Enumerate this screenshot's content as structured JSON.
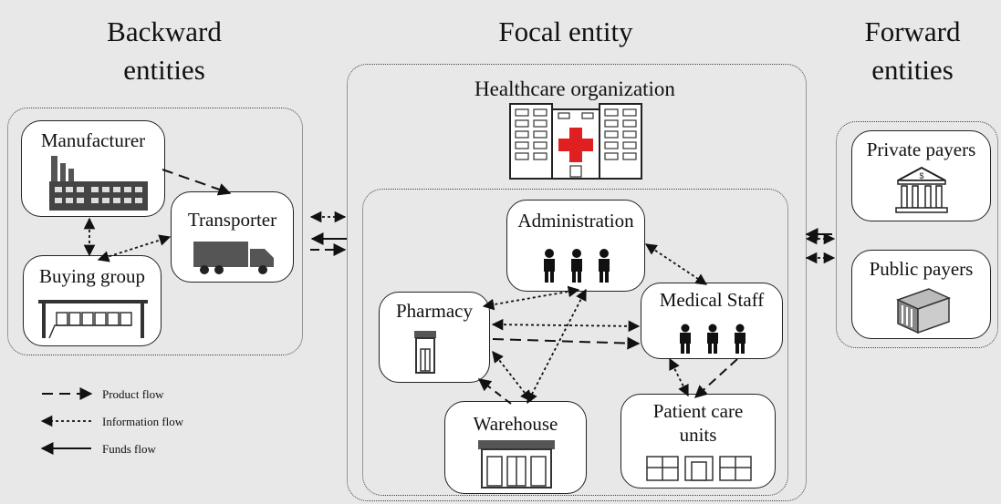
{
  "headings": {
    "backward_line1": "Backward",
    "backward_line2": "entities",
    "focal": "Focal entity",
    "forward_line1": "Forward",
    "forward_line2": "entities"
  },
  "focal": {
    "org_label": "Healthcare organization"
  },
  "nodes": {
    "manufacturer": "Manufacturer",
    "transporter": "Transporter",
    "buying_group": "Buying group",
    "administration": "Administration",
    "medical_staff": "Medical Staff",
    "pharmacy": "Pharmacy",
    "warehouse": "Warehouse",
    "patient_care_line1": "Patient care",
    "patient_care_line2": "units",
    "private_payers": "Private payers",
    "public_payers": "Public payers"
  },
  "legend": {
    "product_flow": "Product flow",
    "information_flow": "Information flow",
    "funds_flow": "Funds flow"
  },
  "icons": {
    "hospital": "hospital-building-icon",
    "factory": "factory-icon",
    "truck": "truck-icon",
    "store": "storefront-icon",
    "people": "people-icon",
    "pharmacy": "pharmacy-door-icon",
    "warehouse": "warehouse-icon",
    "patient_care": "ward-windows-icon",
    "bank": "bank-icon",
    "public_building": "public-building-icon"
  }
}
